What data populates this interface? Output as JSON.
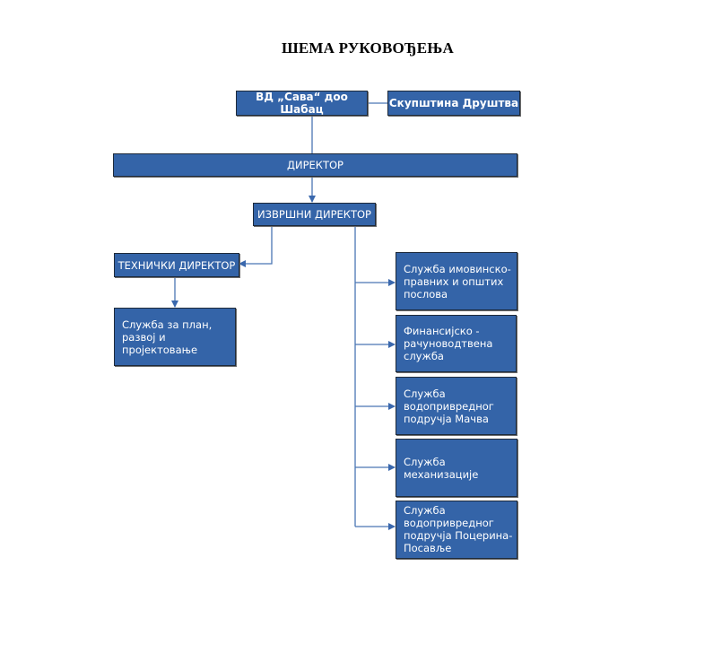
{
  "title": "ШЕМА РУКОВОЂЕЊА",
  "nodes": {
    "company": "ВД „Сава“ доо Шабац",
    "assembly": "Скупштина Друштва",
    "director": "ДИРЕКТОР",
    "executive_director": "ИЗВРШНИ ДИРЕКТОР",
    "technical_director": "ТЕХНИЧКИ ДИРЕКТОР",
    "planning_service": "Служба за план, развој и пројектовање",
    "services": [
      "Служба имовинско-правних и општих послова",
      "Финансијско - рачуноводтвена служба",
      "Служба водопривредног подручја Мачва",
      "Служба механизације",
      "Служба водопривредног подручја Поцерина-Посавље"
    ]
  },
  "colors": {
    "box_fill": "#3464a8",
    "connector": "#4a76b4"
  }
}
